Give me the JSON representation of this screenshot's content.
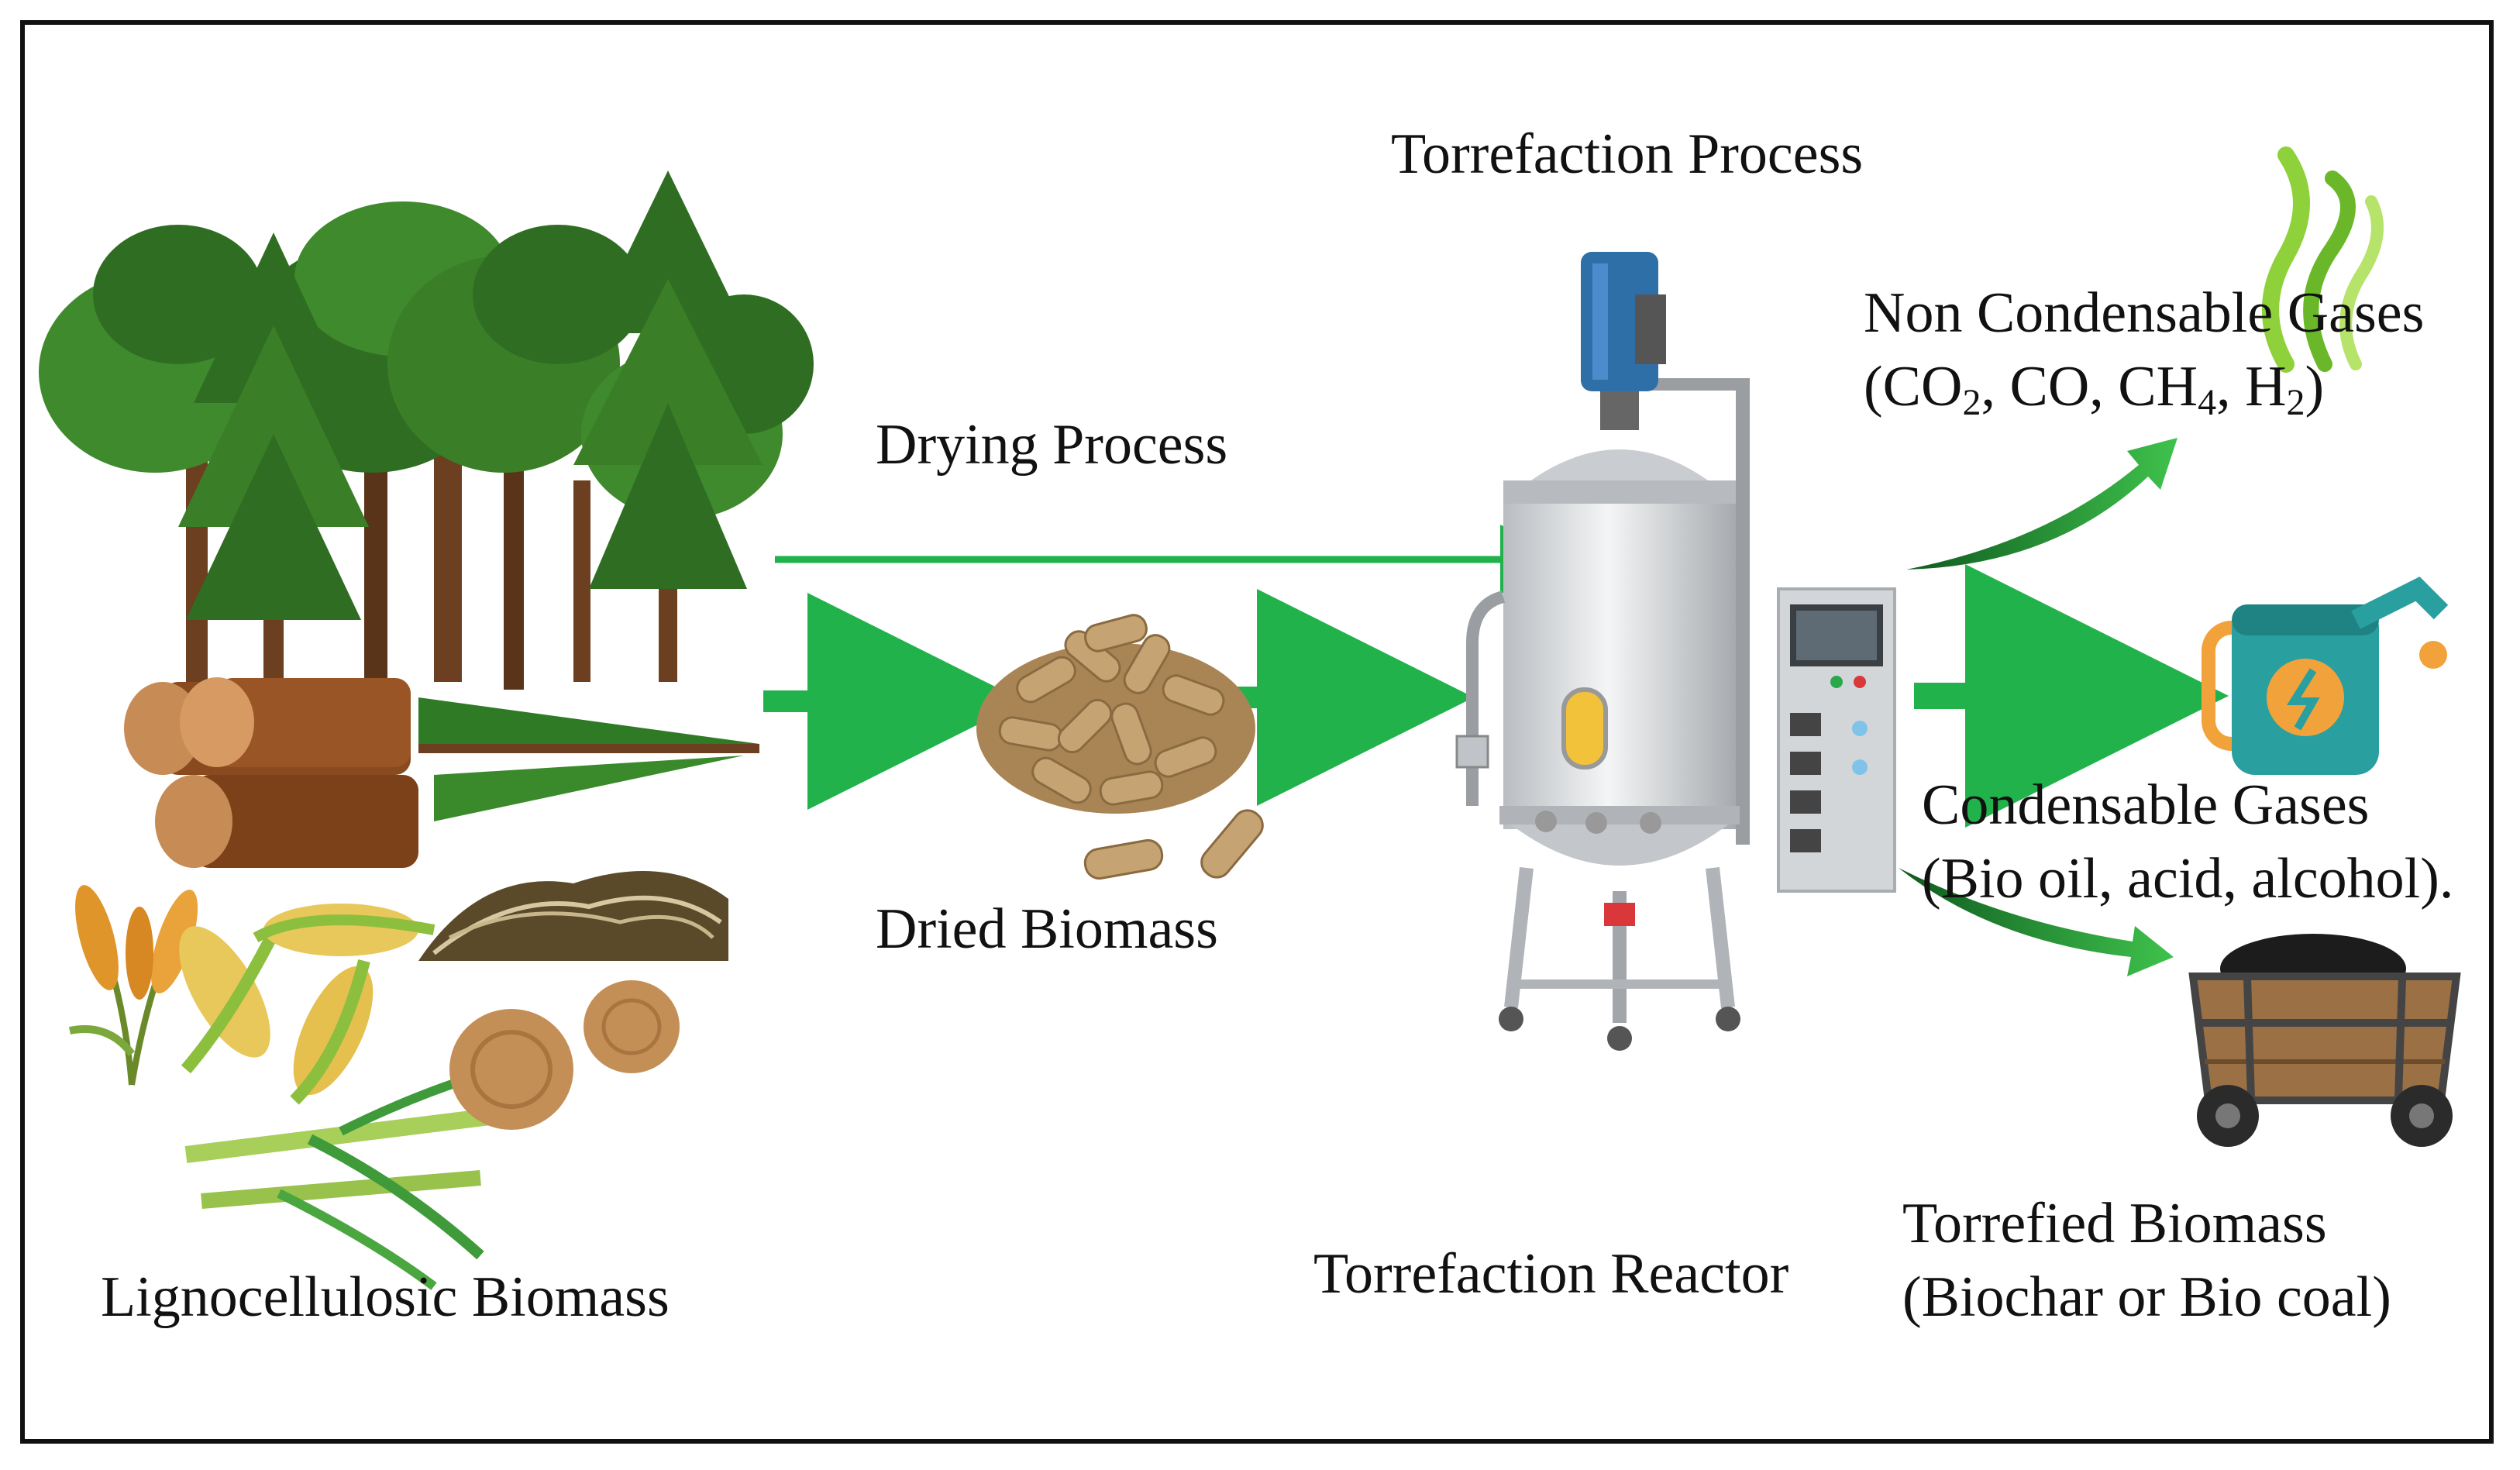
{
  "diagram": {
    "lignocellulosic_label": "Lignocellulosic Biomass",
    "drying_label": "Drying Process",
    "dried_label": "Dried Biomass",
    "torrefaction_process_label": "Torrefaction Process",
    "reactor_label": "Torrefaction Reactor",
    "non_condensable": {
      "title": "Non Condensable Gases",
      "open": "(",
      "co2_base": "CO",
      "co2_sub": "2",
      "sep1": ", CO, CH",
      "ch4_sub": "4",
      "sep2": ", H",
      "h2_sub": "2",
      "close": ")"
    },
    "condensable": {
      "title": "Condensable Gases",
      "detail": "(Bio oil, acid, alcohol)."
    },
    "torrefied": {
      "title": "Torrefied Biomass",
      "detail": "(Biochar or Bio coal)"
    },
    "colors": {
      "arrow_green": "#22b24c",
      "tree_dark": "#2f6e22",
      "tree_mid": "#3f8a2c",
      "trunk": "#6b3f1f",
      "log": "#8a4a1f",
      "pellet": "#c6a372",
      "reactor": "#d9dcdf",
      "motor_blue": "#2f6fa8",
      "canister": "#2a9fa0",
      "cart_wood": "#9b7045",
      "coal": "#1c1c1c",
      "gas_green": "#8fd13a"
    },
    "icons": [
      "tree-icon",
      "log-icon",
      "wheat-icon",
      "corn-icon",
      "sugarcane-icon",
      "pellets-icon",
      "reactor-icon",
      "gas-icon",
      "fuel-canister-icon",
      "coal-cart-icon"
    ]
  }
}
